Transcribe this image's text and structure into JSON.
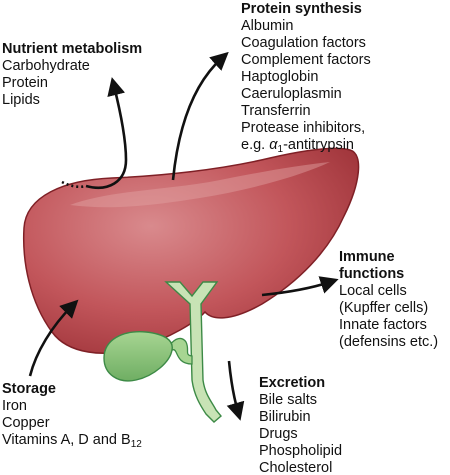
{
  "nutrient": {
    "title": "Nutrient metabolism",
    "items": [
      "Carbohydrate",
      "Protein",
      "Lipids"
    ]
  },
  "protein": {
    "title": "Protein synthesis",
    "items": [
      "Albumin",
      "Coagulation factors",
      "Complement factors",
      "Haptoglobin",
      "Caeruloplasmin",
      "Transferrin",
      "Protease inhibitors,"
    ],
    "last_prefix": "e.g. ",
    "last_greek": "α",
    "last_sub": "1",
    "last_suffix": "-antitrypsin"
  },
  "immune": {
    "title_line1": "Immune",
    "title_line2": "functions",
    "items": [
      "Local cells",
      "(Kupffer cells)",
      "Innate factors",
      "(defensins etc.)"
    ]
  },
  "excretion": {
    "title": "Excretion",
    "items": [
      "Bile salts",
      "Bilirubin",
      "Drugs",
      "Phospholipid",
      "Cholesterol"
    ]
  },
  "storage": {
    "title": "Storage",
    "items": [
      "Iron",
      "Copper"
    ],
    "vitamins_prefix": "Vitamins A, D and B",
    "vitamins_sub": "12"
  },
  "colors": {
    "liver_fill": "#b9464b",
    "liver_highlight": "#d98a8d",
    "liver_edge": "#7f2026",
    "bile_fill": "#8fc67c",
    "bile_edge": "#3d8a46",
    "duct_fill": "#c8e3b5",
    "arrow": "#111111"
  }
}
